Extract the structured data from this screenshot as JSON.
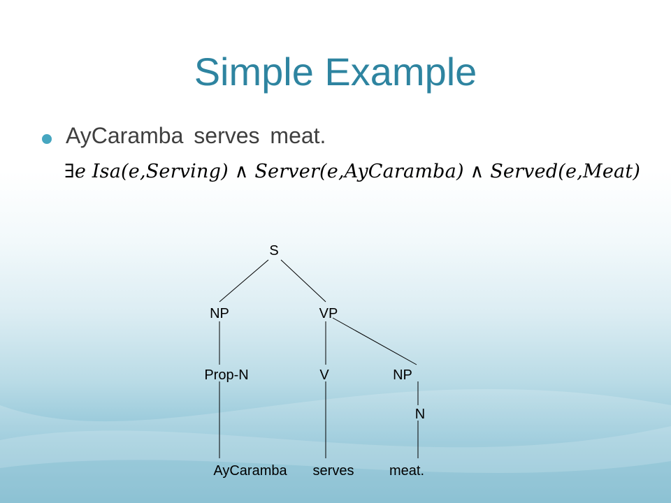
{
  "slide": {
    "title": "Simple Example",
    "bullet": "AyCaramba serves meat.",
    "formula": "∃e Isa(e,Serving) ∧ Server(e,AyCaramba) ∧ Served(e,Meat)",
    "accent_color": "#2e84a0",
    "bullet_color": "#46a6c0"
  },
  "tree": {
    "s": "S",
    "np_subject": "NP",
    "vp": "VP",
    "prop_n": "Prop-N",
    "v": "V",
    "np_object": "NP",
    "n": "N",
    "word_1": "AyCaramba",
    "word_2": "serves",
    "word_3": "meat."
  }
}
